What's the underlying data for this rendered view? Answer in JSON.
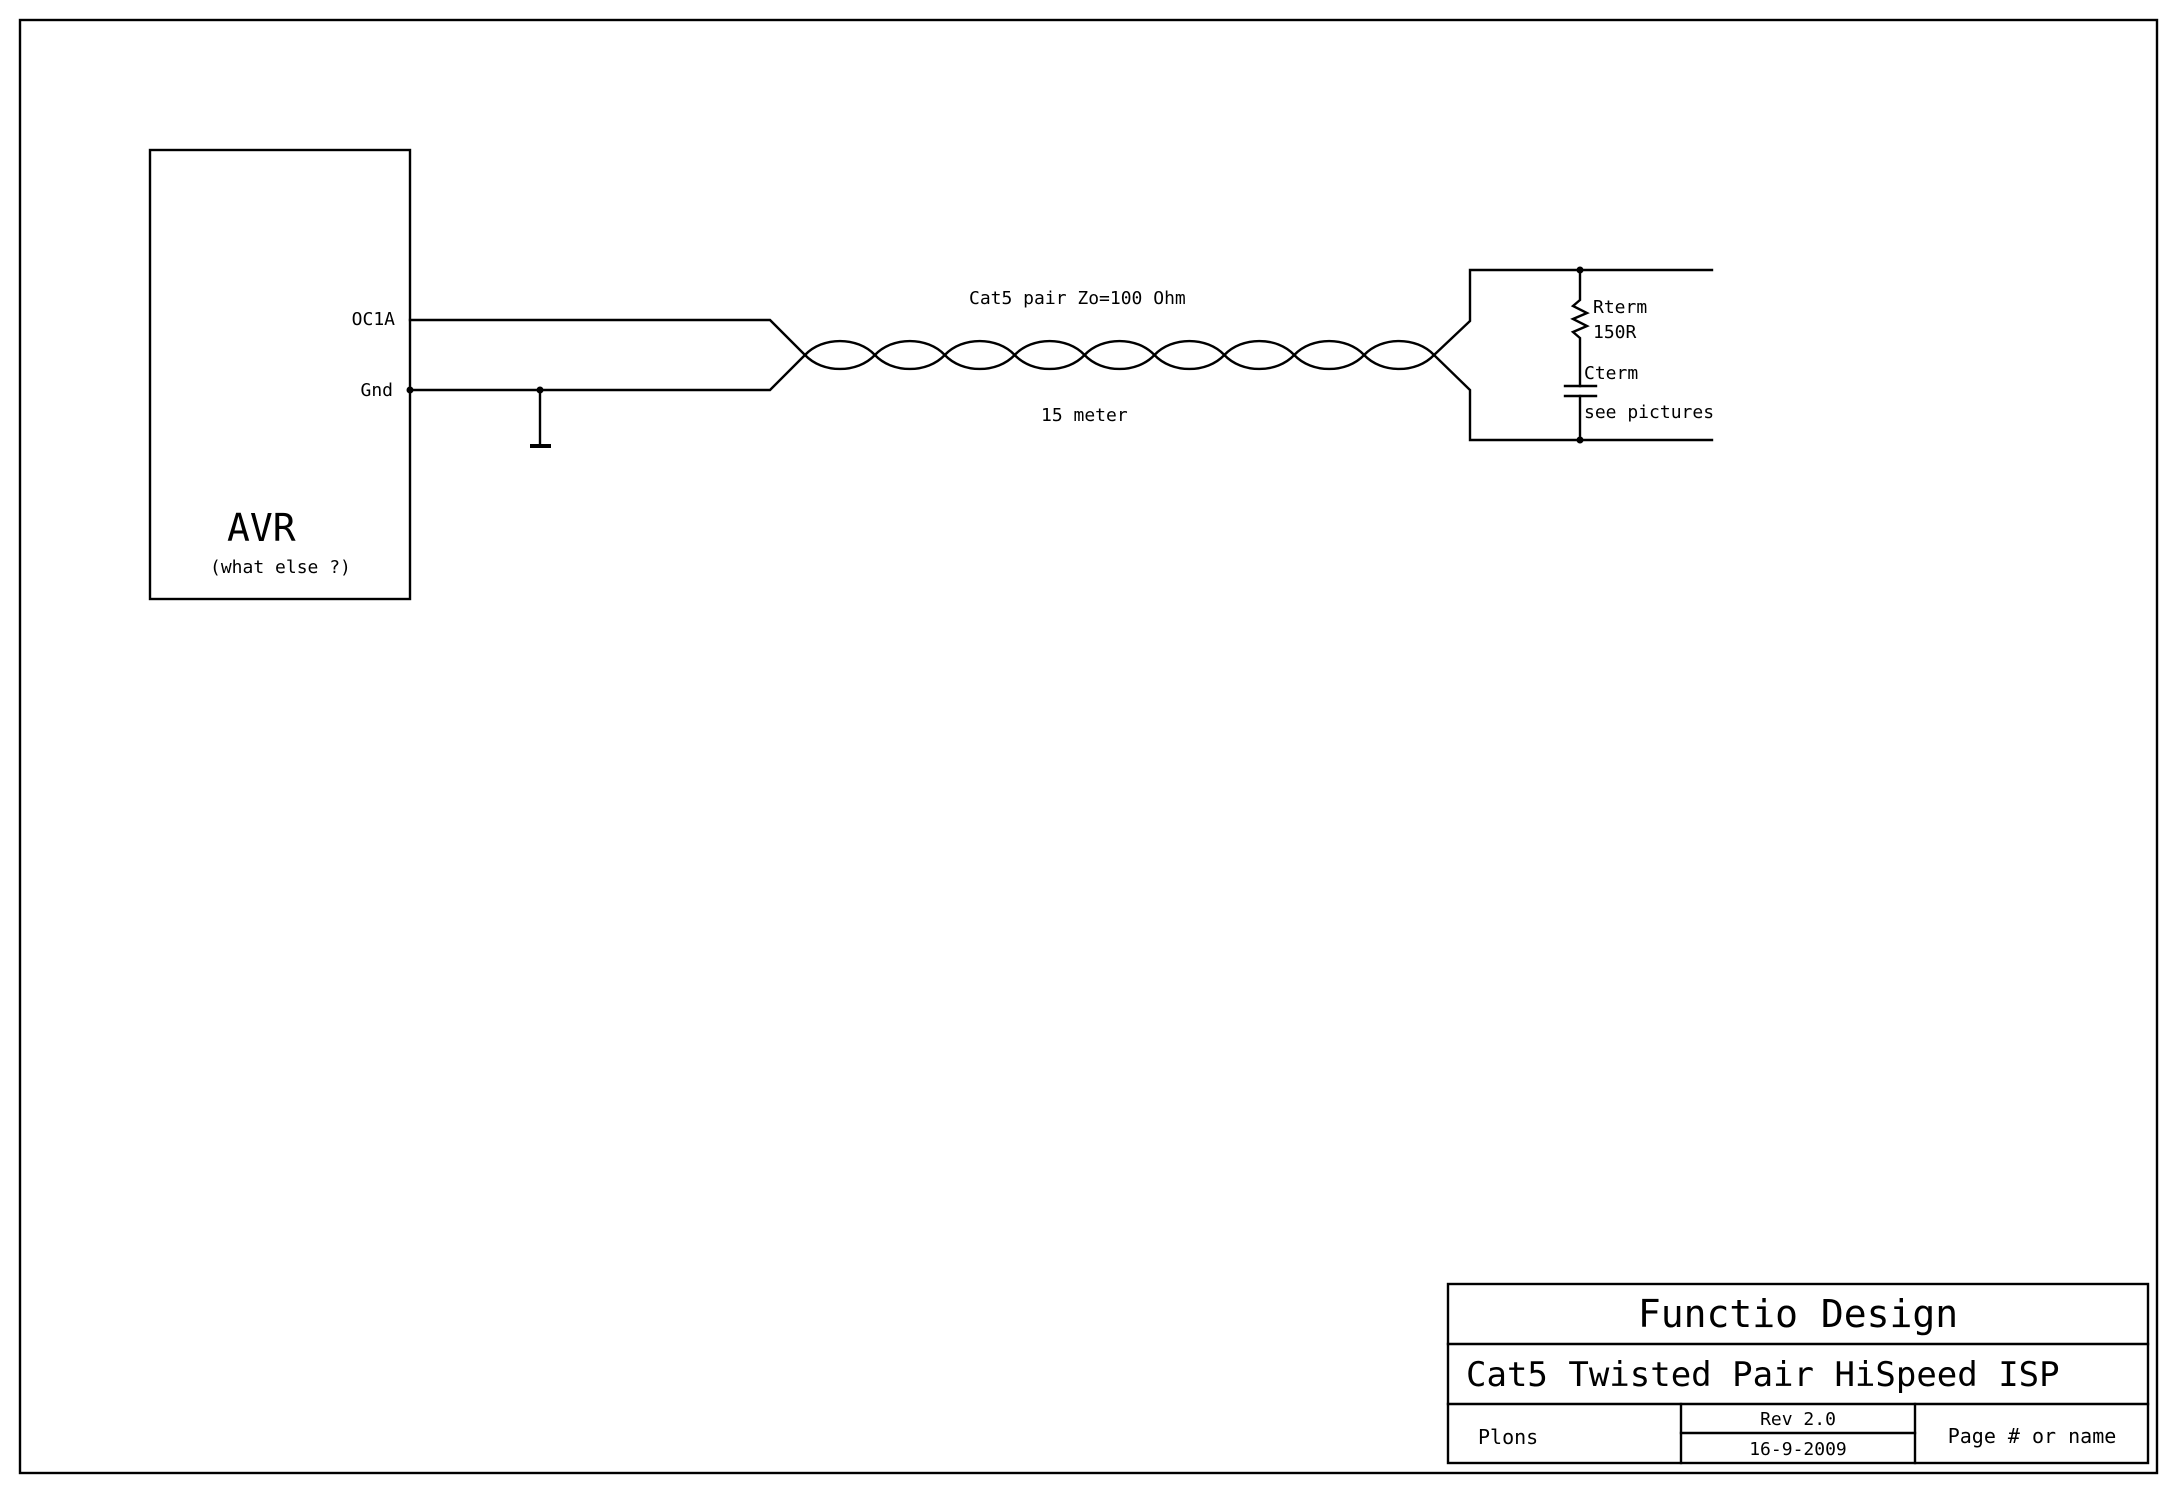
{
  "schematic": {
    "component": {
      "name": "AVR",
      "subtitle": "(what else ?)",
      "pins": [
        {
          "label": "OC1A"
        },
        {
          "label": "Gnd"
        }
      ]
    },
    "cable": {
      "label": "Cat5 pair Zo=100 Ohm",
      "length": "15 meter",
      "twists": 9
    },
    "termination": {
      "resistor_name": "Rterm",
      "resistor_value": "150R",
      "capacitor_name": "Cterm",
      "capacitor_value": "see pictures"
    }
  },
  "title_block": {
    "company": "Functio Design",
    "title": "Cat5 Twisted Pair HiSpeed ISP",
    "drawn_by": "Plons",
    "revision": "Rev 2.0",
    "date": "16-9-2009",
    "page": "Page # or name"
  }
}
